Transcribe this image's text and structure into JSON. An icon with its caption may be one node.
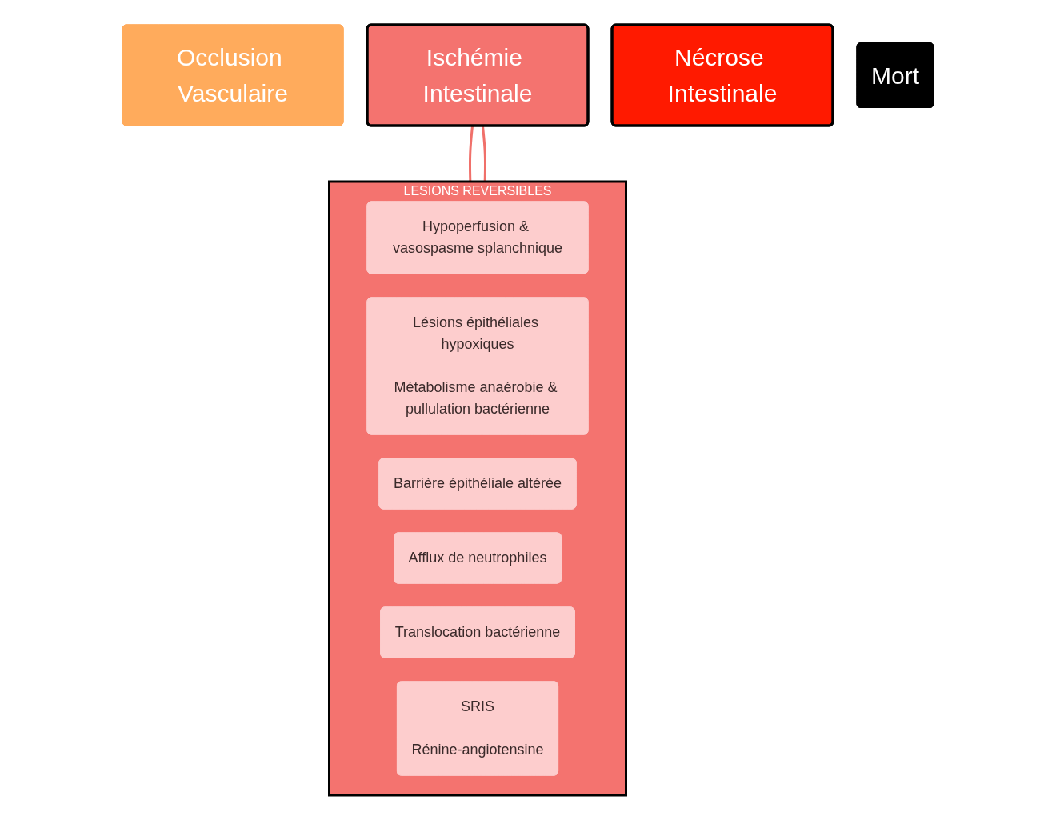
{
  "diagram": {
    "nodes": [
      {
        "text": [
          "Occlusion Vasculaire"
        ]
      },
      {
        "text": [
          "Ischémie Intestinale"
        ]
      },
      {
        "text": [
          "Nécrose Intestinale"
        ]
      },
      {
        "text": [
          "Mort"
        ]
      },
      {
        "text": [
          "LESIONS REVERSIBLES"
        ]
      },
      {
        "text": [
          "Hypoperfusion & vasospasme splanchnique"
        ],
        "in": 4
      },
      {
        "text": [
          "Lésions épithéliales hypoxiques",
          "Métabolisme anaérobie & pullulation bactérienne"
        ],
        "in": 4
      },
      {
        "text": [
          "Barrière épithéliale altérée"
        ],
        "in": 4
      },
      {
        "text": [
          "Afflux de neutrophiles"
        ],
        "in": 4
      },
      {
        "text": [
          "Translocation bactérienne"
        ],
        "in": 4
      },
      {
        "text": [
          "SRIS",
          "Rénine-angiotensine"
        ],
        "in": 4
      }
    ],
    "edges": [
      {
        "from": 1,
        "to": 4,
        "arrow": "none"
      },
      {
        "from": 1,
        "to": 4,
        "arrow": "none"
      }
    ]
  }
}
